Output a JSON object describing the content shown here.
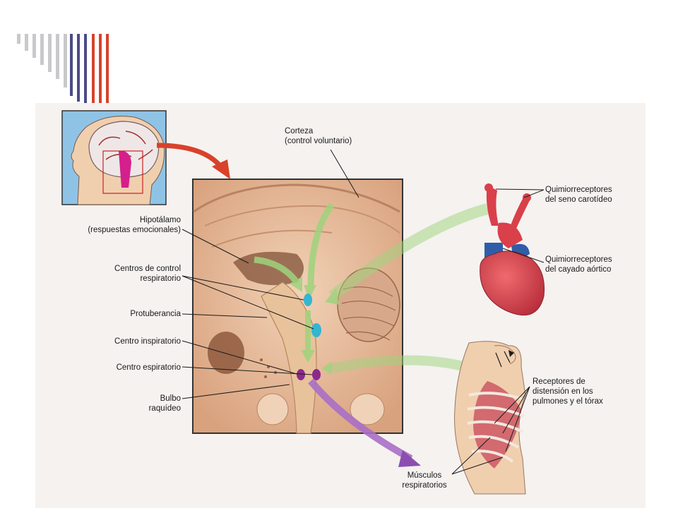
{
  "palette": {
    "stripe_gray": "#c9c9cc",
    "stripe_blue": "#4a4c86",
    "stripe_red": "#d5432b",
    "panel_bg": "#f5f2f0",
    "green_arrow": "#9fd37d",
    "purple_arrow": "#a86fc6",
    "heart_red": "#d9404a",
    "aorta_blue": "#2f5ea8",
    "brain_tan": "#e9c3a2",
    "cyan_center": "#33b6d1",
    "magenta_center": "#8c2a8c"
  },
  "labels": {
    "cortex": "Corteza\n(control voluntario)",
    "hypothalamus": "Hipotálamo\n(respuestas emocionales)",
    "control_centers": "Centros de control\nrespiratorio",
    "pons": "Protuberancia",
    "inspiratory_center": "Centro inspiratorio",
    "expiratory_center": "Centro espiratorio",
    "medulla": "Bulbo\nraquídeo",
    "carotid_chemo": "Quimiorreceptores\ndel seno carotídeo",
    "aortic_chemo": "Quimiorreceptores\ndel cayado aórtico",
    "stretch_receptors": "Receptores de\ndistensión en los\npulmones y el tórax",
    "muscles": "Músculos\nrespiratorios"
  },
  "icons": {
    "thumbnail": "head-profile-brain-icon",
    "heart": "heart-icon",
    "torso": "torso-ribcage-icon"
  }
}
